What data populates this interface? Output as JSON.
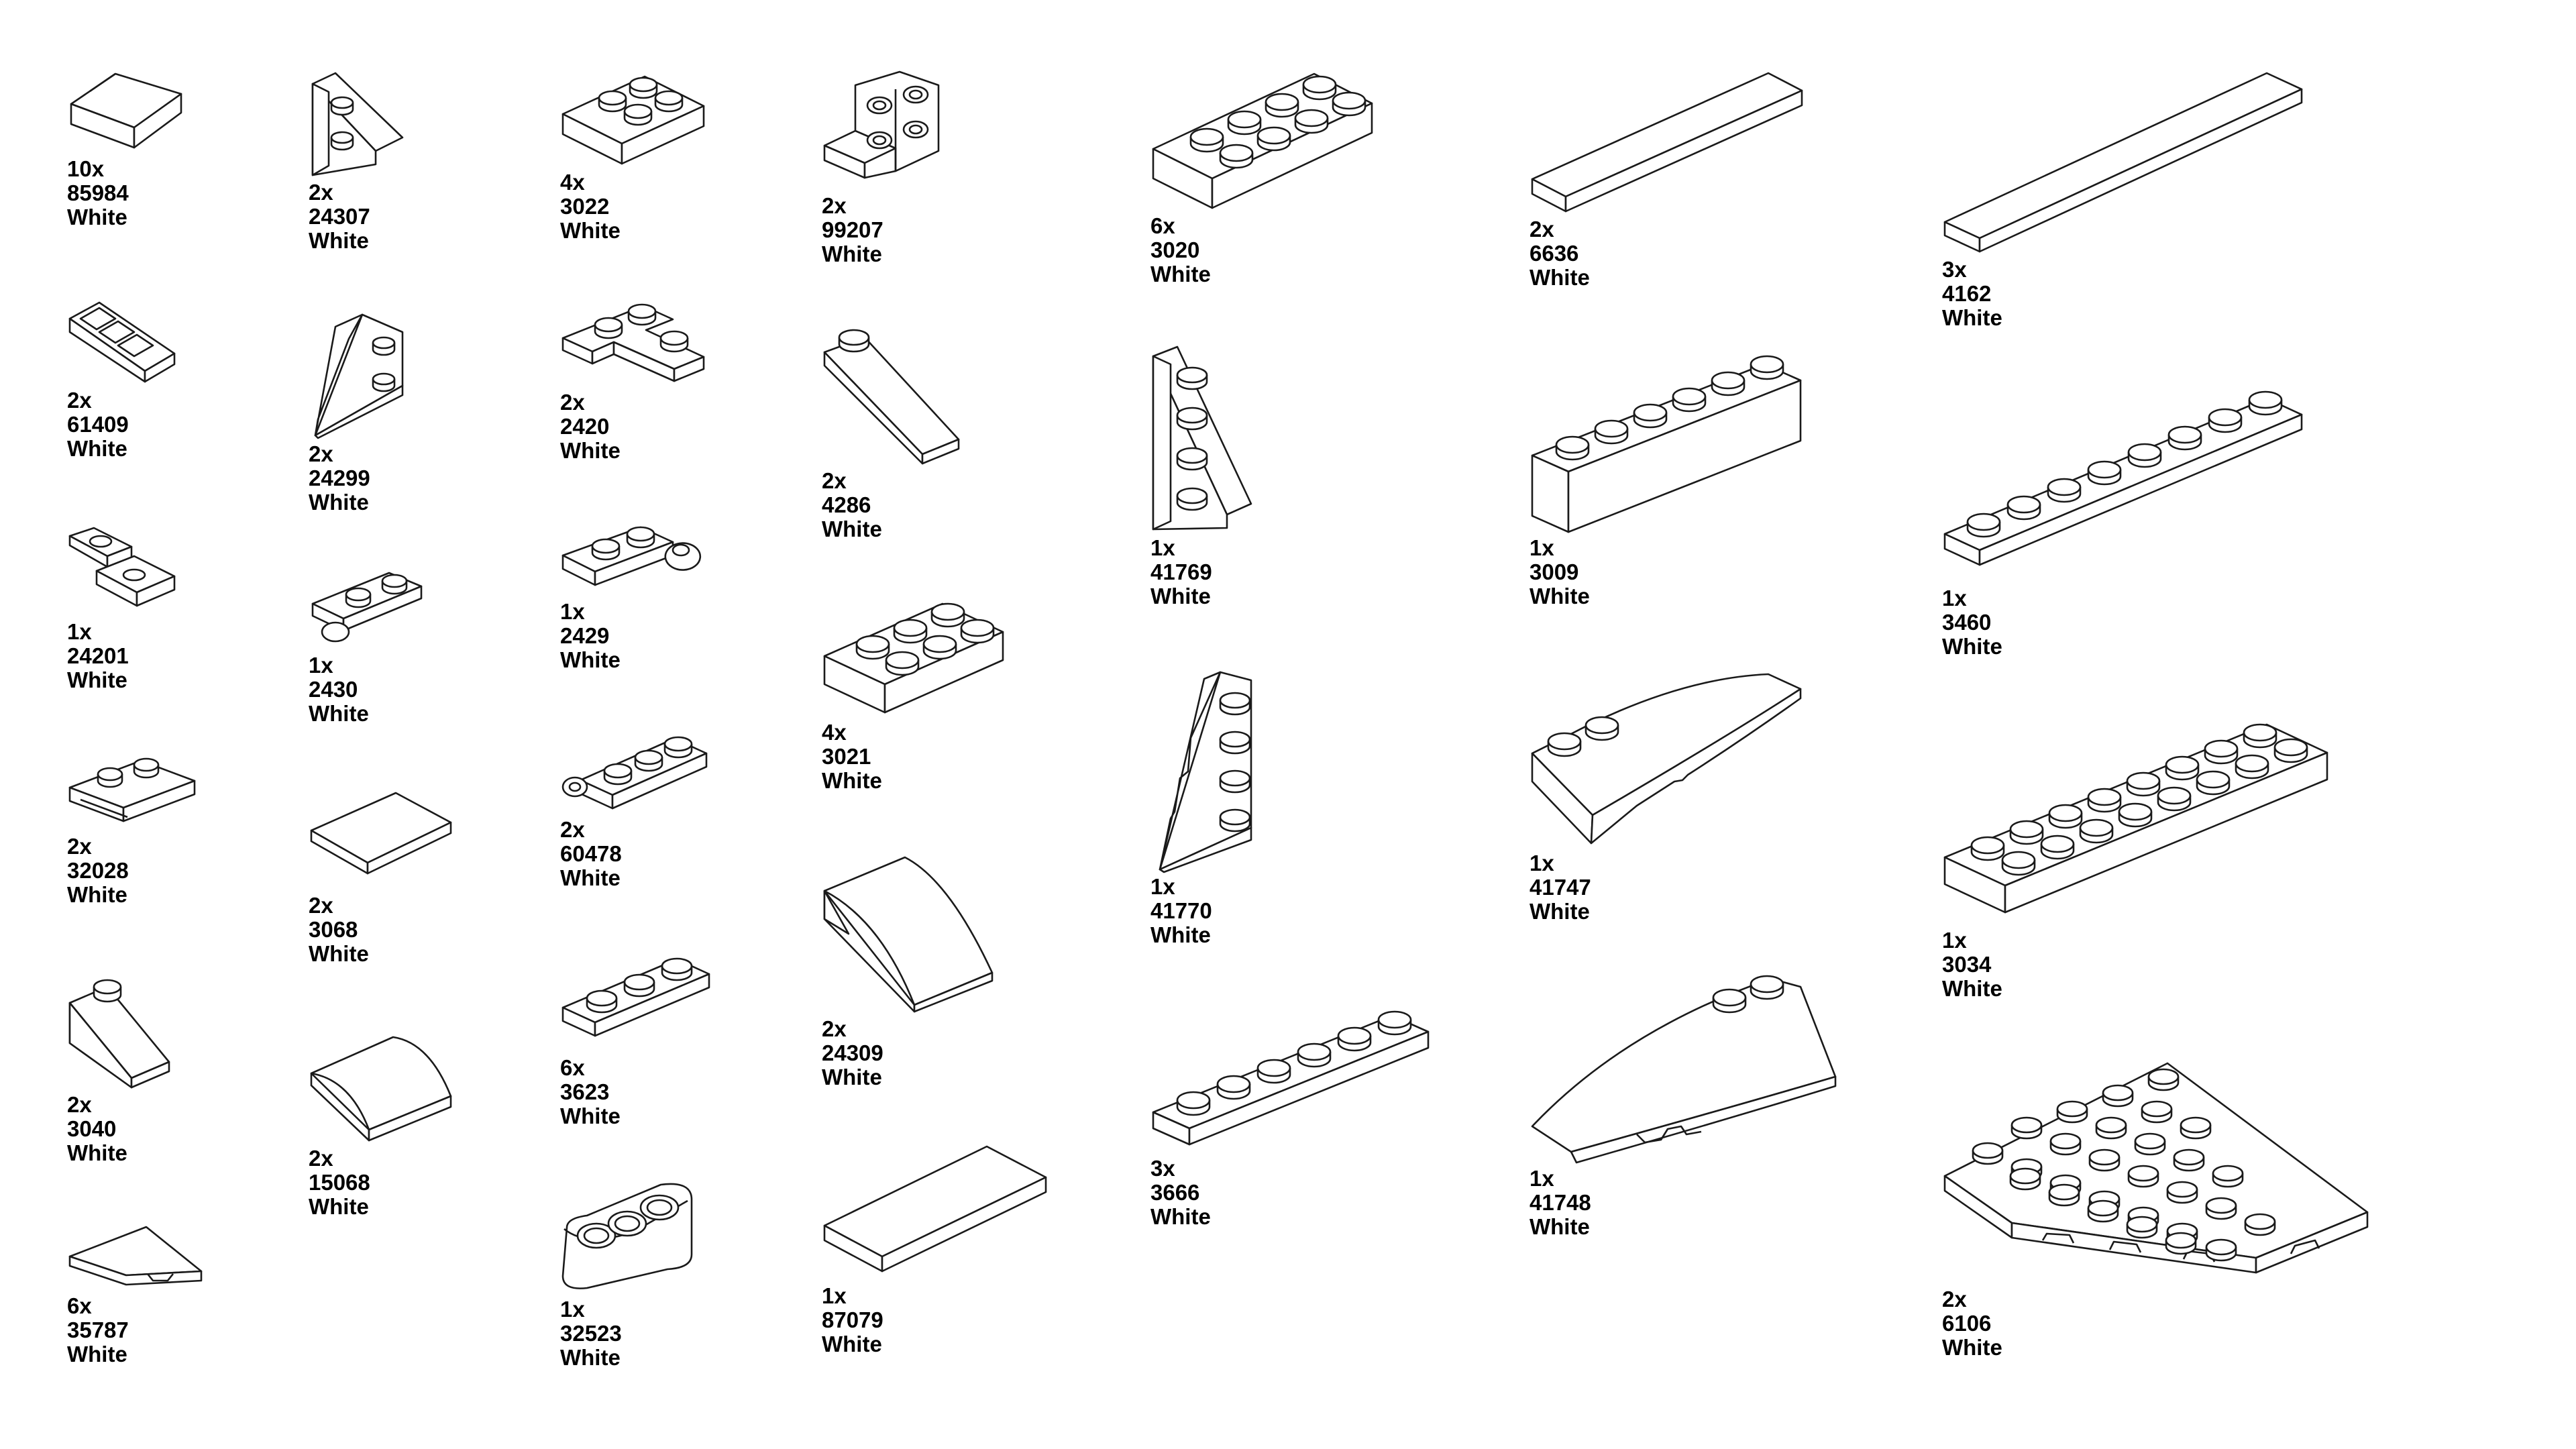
{
  "parts": [
    {
      "id": "p85984",
      "qty": "10x",
      "num": "85984",
      "color": "White",
      "shape": "slope",
      "studs": 0,
      "tone": "flat"
    },
    {
      "id": "p61409",
      "qty": "2x",
      "num": "61409",
      "color": "White",
      "shape": "slope-grille",
      "studs": 0,
      "tone": "flat"
    },
    {
      "id": "p24201",
      "qty": "1x",
      "num": "24201",
      "color": "White",
      "shape": "bracket-small",
      "studs": 2,
      "tone": "flat"
    },
    {
      "id": "p32028",
      "qty": "2x",
      "num": "32028",
      "color": "White",
      "shape": "plate-rail",
      "studs": 2,
      "tone": "flat"
    },
    {
      "id": "p3040",
      "qty": "2x",
      "num": "3040",
      "color": "White",
      "shape": "slope-stud",
      "studs": 1,
      "tone": "flat"
    },
    {
      "id": "p35787",
      "qty": "6x",
      "num": "35787",
      "color": "White",
      "shape": "wedge-small",
      "studs": 0,
      "tone": "flat"
    },
    {
      "id": "p24307",
      "qty": "2x",
      "num": "24307",
      "color": "White",
      "shape": "wedge-plate-small",
      "studs": 2,
      "tone": "flat"
    },
    {
      "id": "p24299",
      "qty": "2x",
      "num": "24299",
      "color": "White",
      "shape": "wedge-plate-small-b",
      "studs": 2,
      "tone": "flat"
    },
    {
      "id": "p2430",
      "qty": "1x",
      "num": "2430",
      "color": "White",
      "shape": "hinge-plate",
      "studs": 2,
      "tone": "flat"
    },
    {
      "id": "p3068",
      "qty": "2x",
      "num": "3068",
      "color": "White",
      "shape": "tile",
      "studs": 0,
      "tone": "flat"
    },
    {
      "id": "p15068",
      "qty": "2x",
      "num": "15068",
      "color": "White",
      "shape": "curved-tile",
      "studs": 0,
      "tone": "flat"
    },
    {
      "id": "p3022",
      "qty": "4x",
      "num": "3022",
      "color": "White",
      "shape": "plate",
      "studs": 4,
      "tone": "flat"
    },
    {
      "id": "p2420",
      "qty": "2x",
      "num": "2420",
      "color": "White",
      "shape": "corner-plate",
      "studs": 3,
      "tone": "flat"
    },
    {
      "id": "p2429",
      "qty": "1x",
      "num": "2429",
      "color": "White",
      "shape": "plate-clip",
      "studs": 2,
      "tone": "flat"
    },
    {
      "id": "p60478",
      "qty": "2x",
      "num": "60478",
      "color": "White",
      "shape": "plate-bar",
      "studs": 3,
      "tone": "flat"
    },
    {
      "id": "p3623",
      "qty": "6x",
      "num": "3623",
      "color": "White",
      "shape": "plate-row",
      "studs": 3,
      "tone": "flat"
    },
    {
      "id": "p32523",
      "qty": "1x",
      "num": "32523",
      "color": "White",
      "shape": "beam",
      "studs": 3,
      "tone": "flat"
    },
    {
      "id": "p99207",
      "qty": "2x",
      "num": "99207",
      "color": "White",
      "shape": "bracket",
      "studs": 4,
      "tone": "flat"
    },
    {
      "id": "p4286",
      "qty": "2x",
      "num": "4286",
      "color": "White",
      "shape": "slope-long",
      "studs": 1,
      "tone": "flat"
    },
    {
      "id": "p3021",
      "qty": "4x",
      "num": "3021",
      "color": "White",
      "shape": "plate",
      "studs": 6,
      "tone": "flat"
    },
    {
      "id": "p24309",
      "qty": "2x",
      "num": "24309",
      "color": "White",
      "shape": "curved-slope",
      "studs": 0,
      "tone": "flat"
    },
    {
      "id": "p87079",
      "qty": "1x",
      "num": "87079",
      "color": "White",
      "shape": "tile-large",
      "studs": 0,
      "tone": "flat"
    },
    {
      "id": "p3020",
      "qty": "6x",
      "num": "3020",
      "color": "White",
      "shape": "plate",
      "studs": 8,
      "tone": "flat"
    },
    {
      "id": "p41769",
      "qty": "1x",
      "num": "41769",
      "color": "White",
      "shape": "wing-right",
      "studs": 4,
      "tone": "flat"
    },
    {
      "id": "p41770",
      "qty": "1x",
      "num": "41770",
      "color": "White",
      "shape": "wing-left",
      "studs": 4,
      "tone": "flat"
    },
    {
      "id": "p3666",
      "qty": "3x",
      "num": "3666",
      "color": "White",
      "shape": "plate-row",
      "studs": 6,
      "tone": "flat"
    },
    {
      "id": "p6636",
      "qty": "2x",
      "num": "6636",
      "color": "White",
      "shape": "tile-long",
      "studs": 0,
      "tone": "flat"
    },
    {
      "id": "p3009",
      "qty": "1x",
      "num": "3009",
      "color": "White",
      "shape": "brick-row",
      "studs": 6,
      "tone": "flat"
    },
    {
      "id": "p41747",
      "qty": "1x",
      "num": "41747",
      "color": "White",
      "shape": "wedge-curve",
      "studs": 2,
      "tone": "flat"
    },
    {
      "id": "p41748",
      "qty": "1x",
      "num": "41748",
      "color": "White",
      "shape": "wedge-curve-b",
      "studs": 2,
      "tone": "flat"
    },
    {
      "id": "p4162",
      "qty": "3x",
      "num": "4162",
      "color": "White",
      "shape": "tile-long",
      "studs": 0,
      "tone": "flat"
    },
    {
      "id": "p3460",
      "qty": "1x",
      "num": "3460",
      "color": "White",
      "shape": "plate-row",
      "studs": 8,
      "tone": "flat"
    },
    {
      "id": "p3034",
      "qty": "1x",
      "num": "3034",
      "color": "White",
      "shape": "plate",
      "studs": 16,
      "tone": "flat"
    },
    {
      "id": "p6106",
      "qty": "2x",
      "num": "6106",
      "color": "White",
      "shape": "corner-wedge",
      "studs": 28,
      "tone": "flat"
    }
  ]
}
